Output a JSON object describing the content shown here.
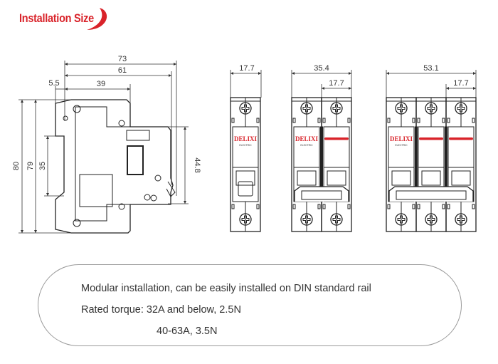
{
  "title": "Installation Size",
  "side_view": {
    "dimensions": {
      "overall_depth": "73",
      "depth_to_face": "61",
      "offset": "5.5",
      "rail_to_shoulder": "39",
      "height_overall": "80",
      "height_body": "79",
      "rail_width": "35",
      "face_height": "44.8"
    }
  },
  "front_views": {
    "one_pole": {
      "width": "17.7",
      "brand": "DELIXI",
      "brand_sub": "ELECTRIC"
    },
    "two_pole": {
      "width": "35.4",
      "pole_width": "17.7",
      "brand": "DELIXI",
      "brand_sub": "ELECTRIC"
    },
    "three_pole": {
      "width": "53.1",
      "pole_width": "17.7",
      "brand": "DELIXI",
      "brand_sub": "ELECTRIC"
    }
  },
  "notes": {
    "line1": "Modular installation, can be easily installed on DIN standard rail",
    "line2": "Rated torque: 32A and below, 2.5N",
    "line3": "40-63A, 3.5N"
  },
  "colors": {
    "brand_red": "#d9232a",
    "line": "#222222"
  }
}
